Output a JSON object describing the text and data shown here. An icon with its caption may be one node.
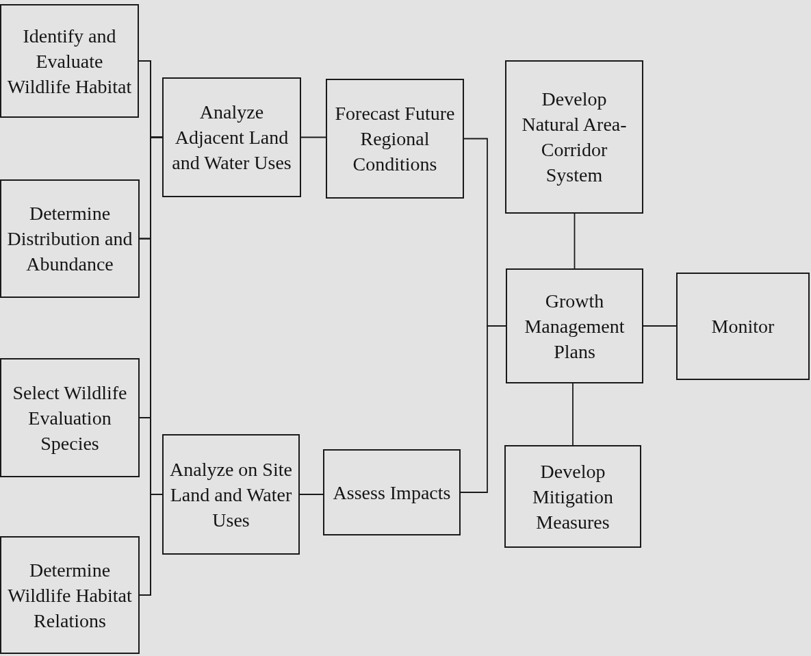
{
  "diagram": {
    "nodes": [
      {
        "text": [
          "Identify and Evaluate Wildlife Habitat"
        ]
      },
      {
        "text": [
          "Determine Distribution and Abundance"
        ]
      },
      {
        "text": [
          "Select Wildlife Evaluation Species"
        ]
      },
      {
        "text": [
          "Determine Wildlife Habitat Relations"
        ]
      },
      {
        "text": [
          "Analyze Adjacent Land and Water Uses"
        ]
      },
      {
        "text": [
          "Analyze on Site Land and Water Uses"
        ]
      },
      {
        "text": [
          "Forecast Future Regional Conditions"
        ]
      },
      {
        "text": [
          "Assess Impacts"
        ]
      },
      {
        "text": [
          "Develop Natural Area-Corridor System"
        ]
      },
      {
        "text": [
          "Growth Management Plans"
        ]
      },
      {
        "text": [
          "Develop Mitigation Measures"
        ]
      },
      {
        "text": [
          "Monitor"
        ]
      }
    ],
    "edges": [
      {
        "from": 0,
        "to": 4,
        "arrow": "none"
      },
      {
        "from": 1,
        "to": 4,
        "arrow": "none"
      },
      {
        "from": 2,
        "to": 4,
        "arrow": "none"
      },
      {
        "from": 3,
        "to": 4,
        "arrow": "none"
      },
      {
        "from": 0,
        "to": 5,
        "arrow": "none"
      },
      {
        "from": 1,
        "to": 5,
        "arrow": "none"
      },
      {
        "from": 2,
        "to": 5,
        "arrow": "none"
      },
      {
        "from": 3,
        "to": 5,
        "arrow": "none"
      },
      {
        "from": 4,
        "to": 6,
        "arrow": "none"
      },
      {
        "from": 5,
        "to": 7,
        "arrow": "none"
      },
      {
        "from": 6,
        "to": 9,
        "arrow": "none"
      },
      {
        "from": 7,
        "to": 9,
        "arrow": "none"
      },
      {
        "from": 8,
        "to": 9,
        "arrow": "none"
      },
      {
        "from": 9,
        "to": 10,
        "arrow": "none"
      },
      {
        "from": 9,
        "to": 11,
        "arrow": "none"
      }
    ]
  }
}
